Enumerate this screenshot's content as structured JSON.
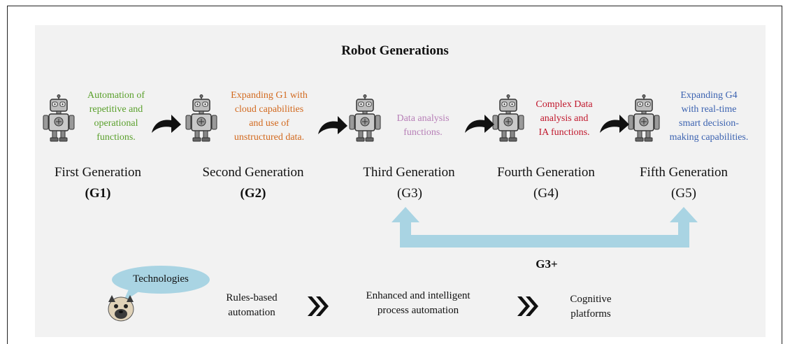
{
  "title": "Robot Generations",
  "generations": [
    {
      "name": "First Generation",
      "code": "G1",
      "code_bold": true,
      "description": [
        "Automation of",
        "repetitive and",
        "operational",
        "functions."
      ],
      "desc_color": "#5aa02c"
    },
    {
      "name": "Second Generation",
      "code": "G2",
      "code_bold": true,
      "description": [
        "Expanding G1 with",
        "cloud capabilities",
        "and use of",
        "unstructured data."
      ],
      "desc_color": "#d2691e"
    },
    {
      "name": "Third Generation",
      "code": "G3",
      "code_bold": false,
      "description": [
        "Data analysis",
        "functions."
      ],
      "desc_color": "#b77fb7"
    },
    {
      "name": "Fourth Generation",
      "code": "G4",
      "code_bold": false,
      "description": [
        "Complex Data",
        "analysis and",
        "IA functions."
      ],
      "desc_color": "#c0162b"
    },
    {
      "name": "Fifth Generation",
      "code": "G5",
      "code_bold": false,
      "description": [
        "Expanding G4",
        "with real-time",
        "smart decision-",
        "making capabilities."
      ],
      "desc_color": "#3b62b0"
    }
  ],
  "bracket_label": "G3+",
  "technologies": {
    "bubble_label": "Technologies",
    "stages": [
      "Rules-based automation",
      "Enhanced and intelligent process automation",
      "Cognitive platforms"
    ],
    "stage_lines": [
      [
        "Rules-based",
        "automation"
      ],
      [
        "Enhanced and intelligent",
        "process automation"
      ],
      [
        "Cognitive",
        "platforms"
      ]
    ]
  },
  "colors": {
    "panel": "#f2f2f2",
    "bracket": "#a9d4e3",
    "bubble": "#a9d4e3",
    "arrow": "#111111"
  },
  "icons": [
    "robot-icon",
    "curved-arrow-icon",
    "pug-icon",
    "double-chevron-icon"
  ]
}
